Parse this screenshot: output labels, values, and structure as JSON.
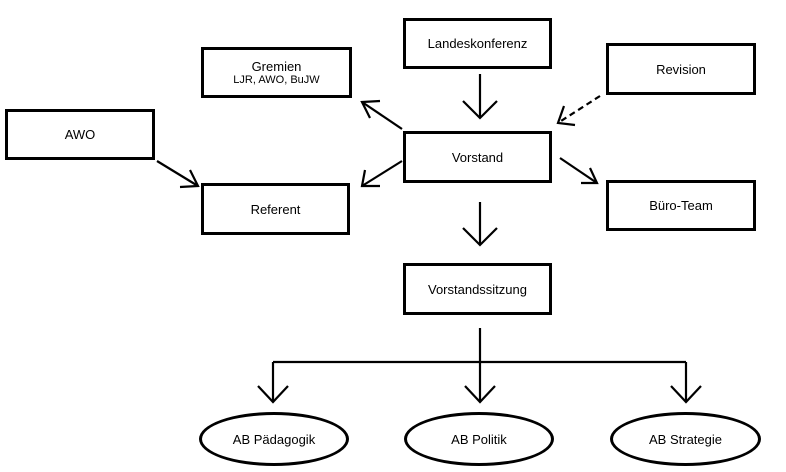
{
  "nodes": {
    "landeskonferenz": "Landeskonferenz",
    "gremien": "Gremien",
    "gremien_sub": "LJR, AWO, BuJW",
    "revision": "Revision",
    "awo": "AWO",
    "vorstand": "Vorstand",
    "referent": "Referent",
    "buero_team": "Büro-Team",
    "vorstandssitzung": "Vorstandssitzung",
    "ab_paedagogik": "AB Pädagogik",
    "ab_politik": "AB Politik",
    "ab_strategie": "AB Strategie"
  },
  "edges": [
    {
      "from": "landeskonferenz",
      "to": "vorstand",
      "style": "solid"
    },
    {
      "from": "revision",
      "to": "vorstand",
      "style": "dashed"
    },
    {
      "from": "vorstand",
      "to": "gremien",
      "style": "solid"
    },
    {
      "from": "vorstand",
      "to": "referent",
      "style": "solid"
    },
    {
      "from": "awo",
      "to": "referent",
      "style": "solid"
    },
    {
      "from": "vorstand",
      "to": "buero_team",
      "style": "solid"
    },
    {
      "from": "vorstand",
      "to": "vorstandssitzung",
      "style": "solid"
    },
    {
      "from": "vorstandssitzung",
      "to": "ab_paedagogik",
      "style": "solid"
    },
    {
      "from": "vorstandssitzung",
      "to": "ab_politik",
      "style": "solid"
    },
    {
      "from": "vorstandssitzung",
      "to": "ab_strategie",
      "style": "solid"
    }
  ]
}
